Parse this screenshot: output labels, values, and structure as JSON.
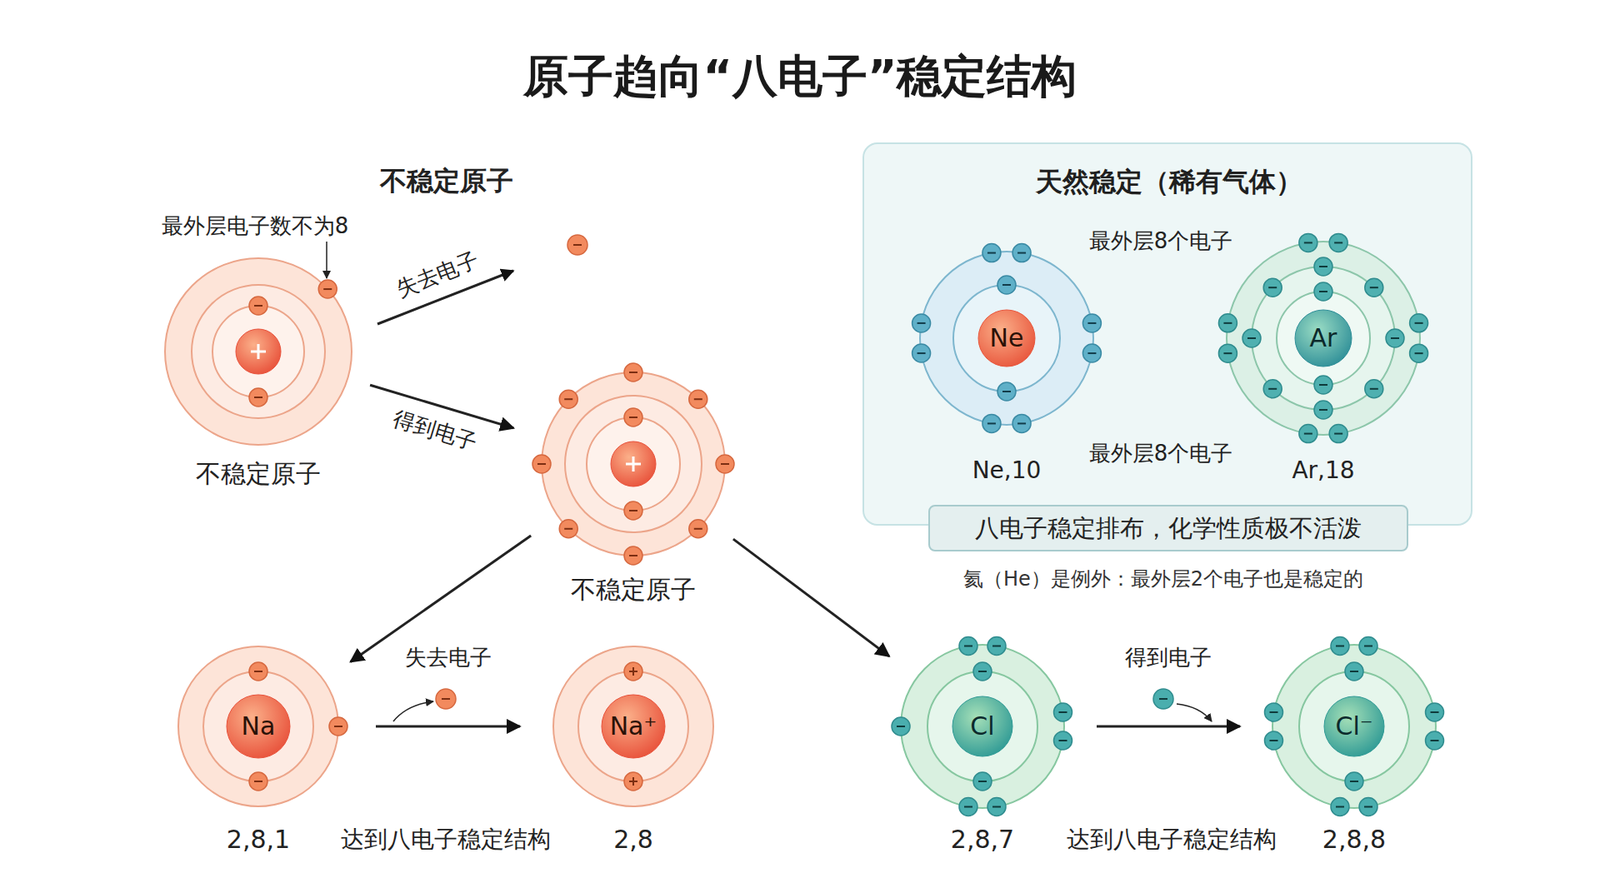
{
  "diagram": {
    "title": "原子趋向“八电子”稳定结构",
    "nodes": [
      {
        "text": [
          "不稳定原子"
        ]
      },
      {
        "text": [
          "不稳定原子"
        ]
      },
      {
        "text": [
          "Na",
          "2,8,1"
        ]
      },
      {
        "text": [
          "Na⁺",
          "2,8"
        ]
      },
      {
        "text": [
          "Cl",
          "2,8,7"
        ]
      },
      {
        "text": [
          "Cl⁻",
          "2,8,8"
        ]
      },
      {
        "text": [
          "天然稳定（稀有气体）"
        ]
      },
      {
        "text": [
          "Ne",
          "Ne,10"
        ],
        "in": 6
      },
      {
        "text": [
          "Ar",
          "Ar,18"
        ],
        "in": 6
      },
      {
        "text": [
          "八电子稳定排布，化学性质极不活泼"
        ],
        "in": 6
      }
    ],
    "edges": [
      {
        "from": 0,
        "to": 1,
        "label": "得到电子",
        "arrow": "to"
      },
      {
        "from": 1,
        "to": 2,
        "arrow": "to"
      },
      {
        "from": 2,
        "to": 3,
        "label": "失去电子",
        "arrow": "to"
      },
      {
        "from": 1,
        "to": 4,
        "arrow": "to"
      },
      {
        "from": 4,
        "to": 5,
        "label": "得到电子",
        "arrow": "to"
      }
    ],
    "labels": [
      "不稳定原子",
      "最外层电子数不为8",
      "失去电子",
      "最外层8个电子",
      "最外层8个电子",
      "达到八电子稳定结构",
      "达到八电子稳定结构",
      "氦（He）是例外：最外层2个电子也是稳定的"
    ]
  }
}
